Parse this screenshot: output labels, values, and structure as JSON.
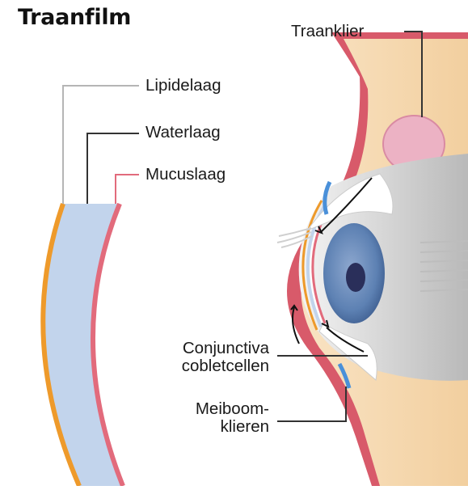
{
  "title": "Traanfilm",
  "labels": {
    "traanklier": "Traanklier",
    "lipidelaag": "Lipidelaag",
    "waterlaag": "Waterlaag",
    "mucuslaag": "Mucuslaag",
    "conjunctiva_line1": "Conjunctiva",
    "conjunctiva_line2": "cobletcellen",
    "meiboom_line1": "Meiboom-",
    "meiboom_line2": "klieren"
  },
  "colors": {
    "lipid": "#ee9a2b",
    "water": "#c2d4ec",
    "mucus": "#e26b7c",
    "skin": "#f7d9ae",
    "muscle": "#d85a6a",
    "gland": "#ecb2c4",
    "sclera": "#cfcfcf",
    "iris": "#5d81b3",
    "pupil": "#2a2f5a"
  }
}
